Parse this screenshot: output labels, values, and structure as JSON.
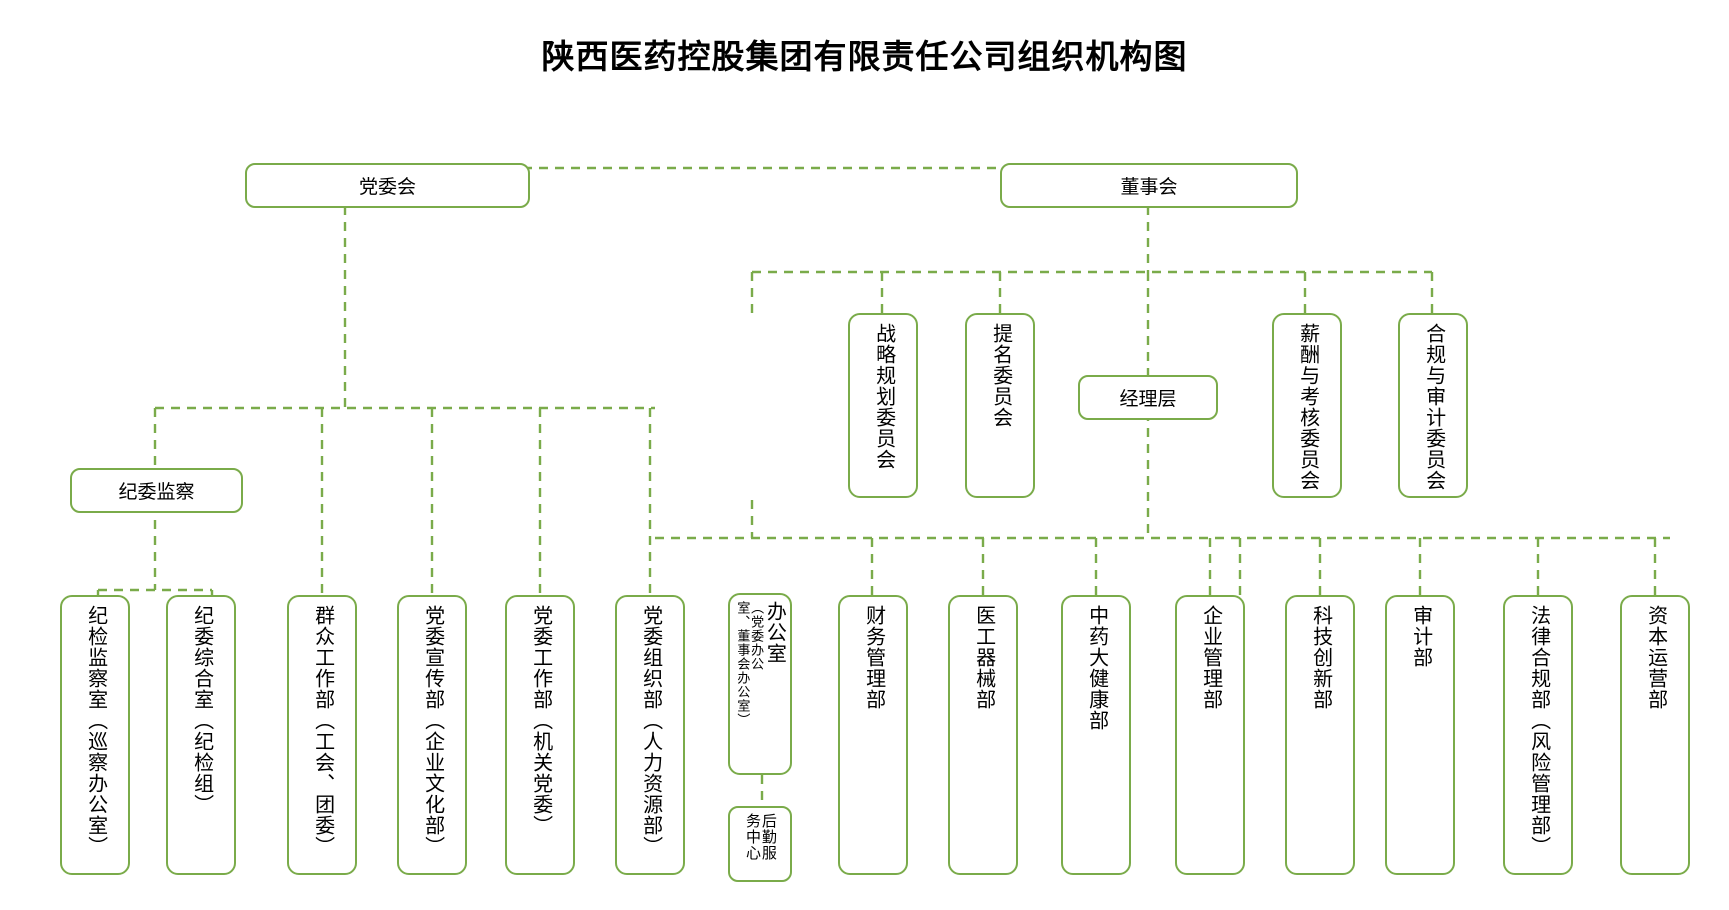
{
  "title": "陕西医药控股集团有限责任公司组织机构图",
  "theme": {
    "line_color": "#7aab4a",
    "box_border": "#7aab4a",
    "text_color": "#000000",
    "background": "#ffffff"
  },
  "nodes": {
    "party_committee": {
      "label": "党委会"
    },
    "board": {
      "label": "董事会"
    },
    "strategy_committee": {
      "label": "战略规划委员会"
    },
    "nomination_committee": {
      "label": "提名委员会"
    },
    "management": {
      "label": "经理层"
    },
    "compensation_committee": {
      "label": "薪酬与考核委员会"
    },
    "compliance_committee": {
      "label": "合规与审计委员会"
    },
    "discipline": {
      "label": "纪委监察"
    },
    "office": {
      "label_main": "办公室",
      "label_sub": "（党委办公",
      "label_sub2": "室、董事会办公室）"
    },
    "logistics": {
      "label_a": "后勤服",
      "label_b": "务中心"
    }
  },
  "departments": [
    {
      "label": "纪检监察室（巡察办公室）"
    },
    {
      "label": "纪委综合室（纪检组）"
    },
    {
      "label": "群众工作部（工会、团委）"
    },
    {
      "label": "党委宣传部（企业文化部）"
    },
    {
      "label": "党委工作部（机关党委）"
    },
    {
      "label": "党委组织部（人力资源部）"
    },
    {
      "label": "财务管理部"
    },
    {
      "label": "医工器械部"
    },
    {
      "label": "中药大健康部"
    },
    {
      "label": "企业管理部"
    },
    {
      "label": "科技创新部"
    },
    {
      "label": "审计部"
    },
    {
      "label": "法律合规部（风险管理部）"
    },
    {
      "label": "资本运营部"
    }
  ]
}
